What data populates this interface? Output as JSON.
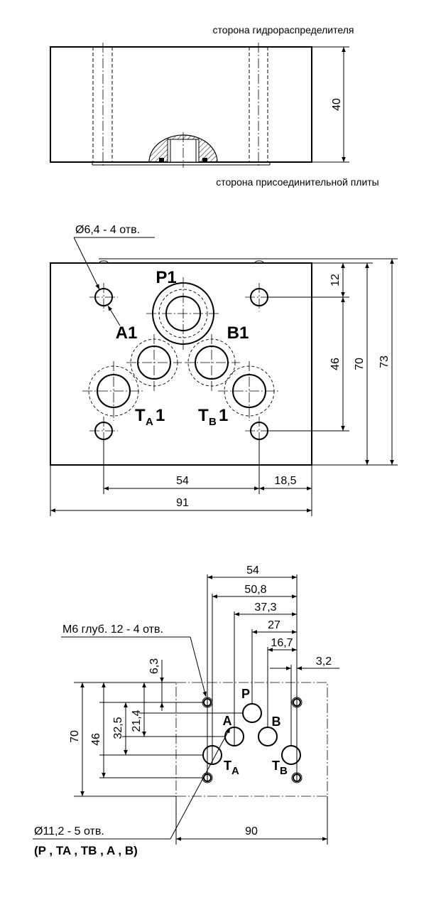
{
  "side_view": {
    "top_caption": "сторона гидрораспределителя",
    "bottom_caption": "сторона присоединительной плиты",
    "height_dim": "40"
  },
  "top_view": {
    "hole_note": "Ø6,4 - 4 отв.",
    "ports": {
      "p1": "P1",
      "a1": "A1",
      "b1": "B1",
      "ta1_letter": "T",
      "ta1_sub": "A",
      "ta1_num": "1",
      "tb1_letter": "T",
      "tb1_sub": "B",
      "tb1_num": "1"
    },
    "dims": {
      "d12": "12",
      "d46": "46",
      "d70": "70",
      "d73": "73",
      "d54": "54",
      "d18_5": "18,5",
      "d91": "91"
    }
  },
  "bottom_view": {
    "thread_note": "M6 глуб. 12 - 4 отв.",
    "bore_note": "Ø11,2 - 5 отв.",
    "bore_ports_note": "(P , TA , TB , A , B)",
    "ports": {
      "p": "P",
      "a": "A",
      "b": "B",
      "ta_letter": "T",
      "ta_sub": "A",
      "tb_letter": "T",
      "tb_sub": "B"
    },
    "dims": {
      "d54": "54",
      "d50_8": "50,8",
      "d37_3": "37,3",
      "d27": "27",
      "d16_7": "16,7",
      "d3_2": "3,2",
      "d6_3": "6,3",
      "d21_4": "21,4",
      "d32_5": "32,5",
      "d46": "46",
      "d70": "70",
      "d90": "90"
    }
  }
}
